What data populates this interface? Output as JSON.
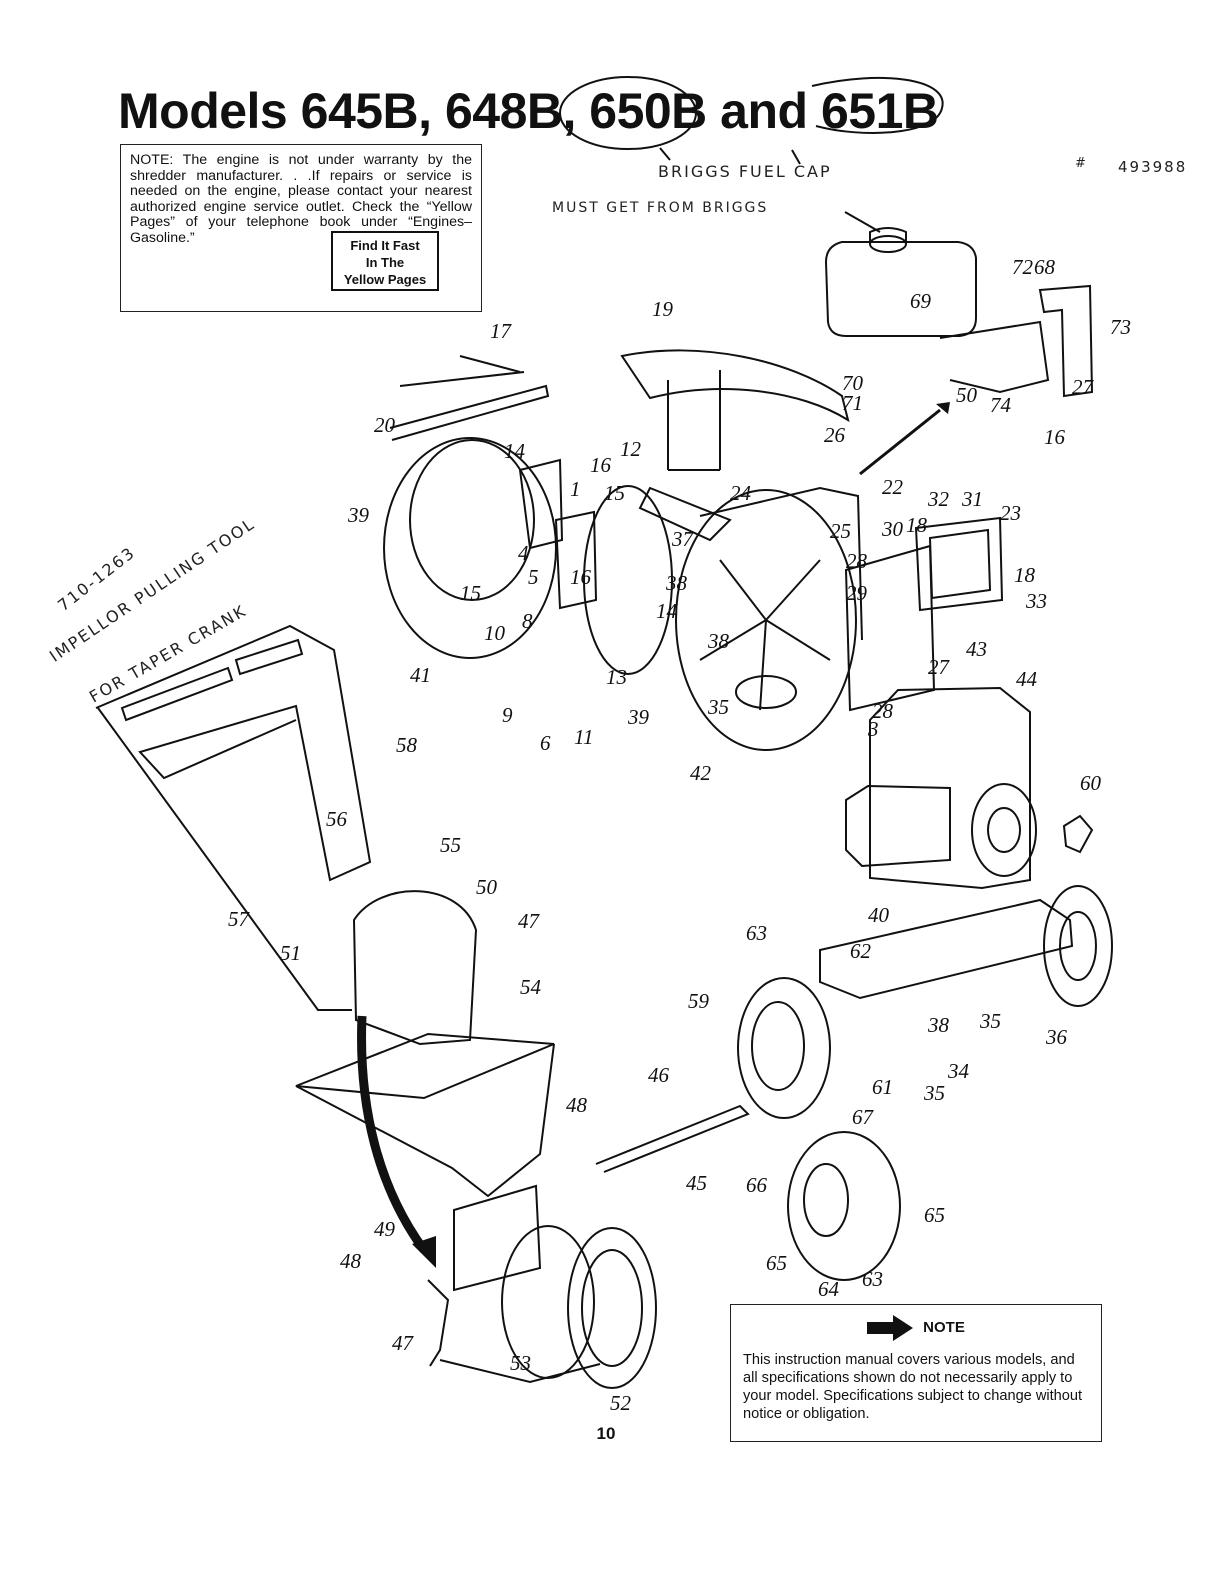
{
  "title": "Models 645B, 648B, 650B and 651B",
  "top_note": {
    "text": "NOTE: The engine is not under warranty by the shredder manufacturer. . .If repairs or service is needed on the engine, please contact your nearest authorized engine service outlet. Check the “Yellow Pages” of your telephone book under “Engines–Gasoline.”",
    "badge_line1": "Find It Fast",
    "badge_line2": "In The",
    "badge_line3": "Yellow Pages"
  },
  "handwriting": {
    "line1": "BRIGGS FUEL CAP",
    "line1_mark": "#",
    "line1_number": "493988",
    "line2": "MUST GET FROM BRIGGS",
    "side1": "710-1263",
    "side2": "IMPELLOR PULLING TOOL",
    "side3": "FOR TAPER CRANK"
  },
  "callouts": [
    "17",
    "19",
    "20",
    "72",
    "68",
    "69",
    "73",
    "70",
    "71",
    "27",
    "50",
    "74",
    "16",
    "26",
    "14",
    "16",
    "12",
    "15",
    "24",
    "22",
    "30",
    "18",
    "32",
    "31",
    "23",
    "18",
    "25",
    "28",
    "33",
    "39",
    "1",
    "4",
    "5",
    "16",
    "37",
    "38",
    "29",
    "15",
    "8",
    "14",
    "27",
    "10",
    "13",
    "38",
    "43",
    "44",
    "41",
    "9",
    "6",
    "11",
    "39",
    "35",
    "28",
    "3",
    "42",
    "58",
    "60",
    "56",
    "55",
    "57",
    "50",
    "47",
    "51",
    "40",
    "63",
    "62",
    "54",
    "59",
    "38",
    "35",
    "36",
    "34",
    "61",
    "35",
    "46",
    "48",
    "45",
    "67",
    "66",
    "65",
    "49",
    "48",
    "65",
    "64",
    "63",
    "47",
    "53",
    "52"
  ],
  "bottom_note": {
    "title": "NOTE",
    "text": "This instruction manual covers various models, and all specifications shown do not necessarily apply to your model. Specifications subject to change without notice or obligation."
  },
  "page_number": "10"
}
